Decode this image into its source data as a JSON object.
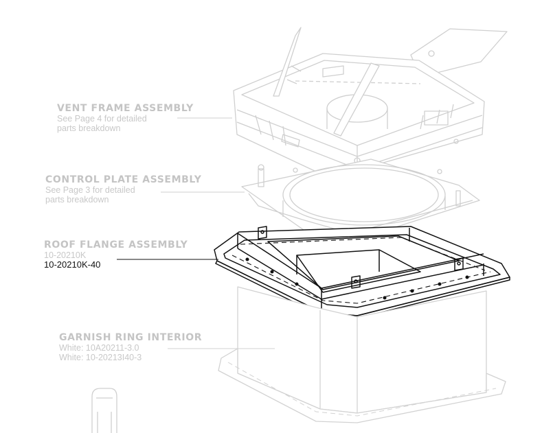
{
  "callouts": {
    "vent_frame": {
      "title": "VENT FRAME ASSEMBLY",
      "lines": [
        "See Page 4 for detailed",
        "parts breakdown"
      ]
    },
    "control_plate": {
      "title": "CONTROL PLATE ASSEMBLY",
      "lines": [
        "See Page 3 for detailed",
        "parts breakdown"
      ]
    },
    "roof_flange": {
      "title": "ROOF FLANGE ASSEMBLY",
      "lines": [
        "10-20210K",
        "10-20210K-40"
      ]
    },
    "garnish_ring": {
      "title": "GARNISH RING INTERIOR",
      "lines": [
        "White:  10A20211-3.0",
        "White:  10-20213I40-3"
      ]
    }
  },
  "colors": {
    "faded_line": "#cfcfcf",
    "faded_text": "#c4c4c4",
    "highlight_line": "#111111",
    "highlight_text": "#111111"
  }
}
